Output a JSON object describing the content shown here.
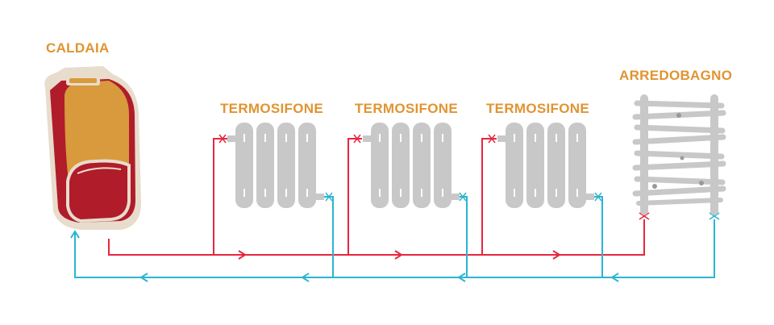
{
  "labels": {
    "boiler": "CALDAIA",
    "radiators": [
      "TERMOSIFONE",
      "TERMOSIFONE",
      "TERMOSIFONE"
    ],
    "towel_rail": "ARREDOBAGNO"
  },
  "colors": {
    "label": "#e09431",
    "supply_pipe": "#e8253f",
    "return_pipe": "#2bb5d1",
    "radiator": "#c8c8c8",
    "boiler_body": "#d89a3c",
    "boiler_side": "#b01c2a",
    "boiler_outline": "#e8dccd"
  },
  "icons": [
    "boiler-icon",
    "radiator-icon",
    "towel-rail-icon",
    "valve-icon",
    "arrow-right-icon",
    "arrow-left-icon"
  ]
}
